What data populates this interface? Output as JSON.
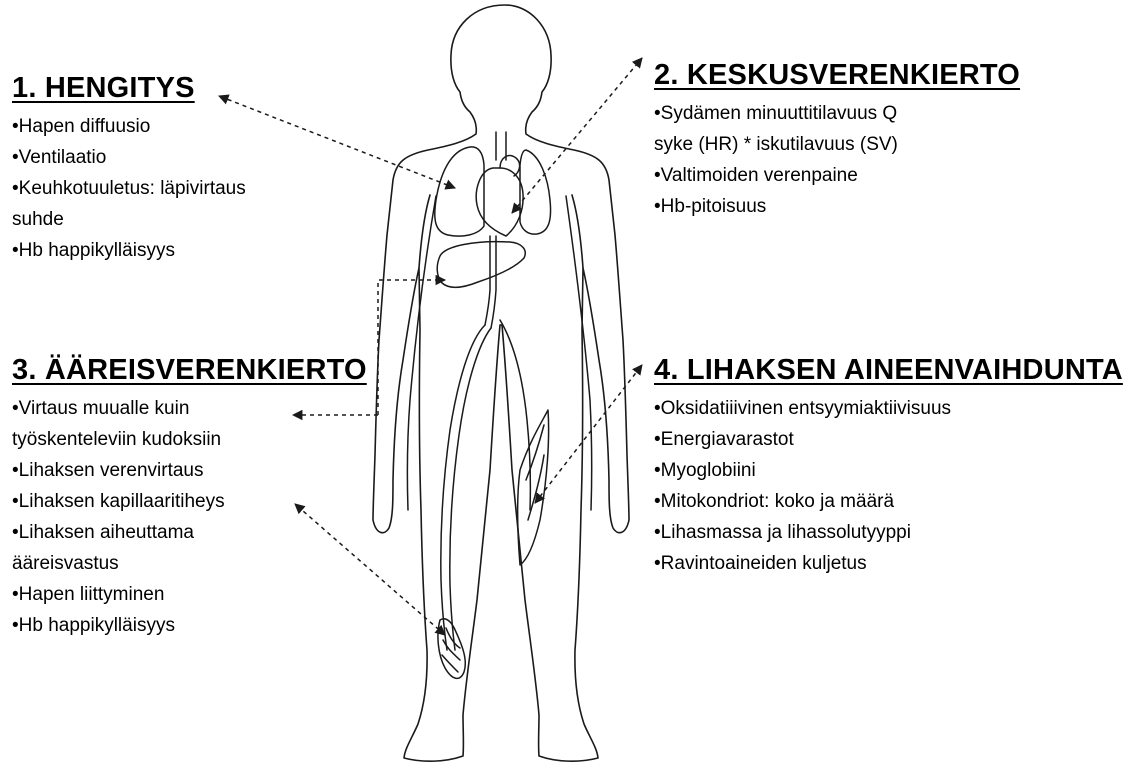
{
  "sections": [
    {
      "title": "1. HENGITYS",
      "items": [
        "•Hapen diffuusio",
        "•Ventilaatio",
        "•Keuhkotuuletus: läpivirtaus",
        "suhde",
        "•Hb happikylläisyys"
      ]
    },
    {
      "title": "2. KESKUSVERENKIERTO",
      "items": [
        "•Sydämen minuuttitilavuus Q",
        "syke (HR) * iskutilavuus (SV)",
        "•Valtimoiden verenpaine",
        "•Hb-pitoisuus"
      ]
    },
    {
      "title": "3. ÄÄREISVERENKIERTO",
      "items": [
        "•Virtaus muualle kuin",
        "työskenteleviin kudoksiin",
        "•Lihaksen verenvirtaus",
        "•Lihaksen kapillaaritiheys",
        "•Lihaksen aiheuttama",
        "ääreisvastus",
        "•Hapen liittyminen",
        "•Hb happikylläisyys"
      ]
    },
    {
      "title": "4. LIHAKSEN AINEENVAIHDUNTA",
      "items": [
        "•Oksidatiiivinen entsyymiaktiivisuus",
        "•Energiavarastot",
        "•Myoglobiini",
        "•Mitokondriot: koko ja määrä",
        "•Lihasmassa ja lihassolutyyppi",
        "•Ravintoaineiden kuljetus"
      ]
    }
  ],
  "colors": {
    "text": "#000000",
    "outline": "#1a1a1a",
    "background": "#ffffff"
  }
}
